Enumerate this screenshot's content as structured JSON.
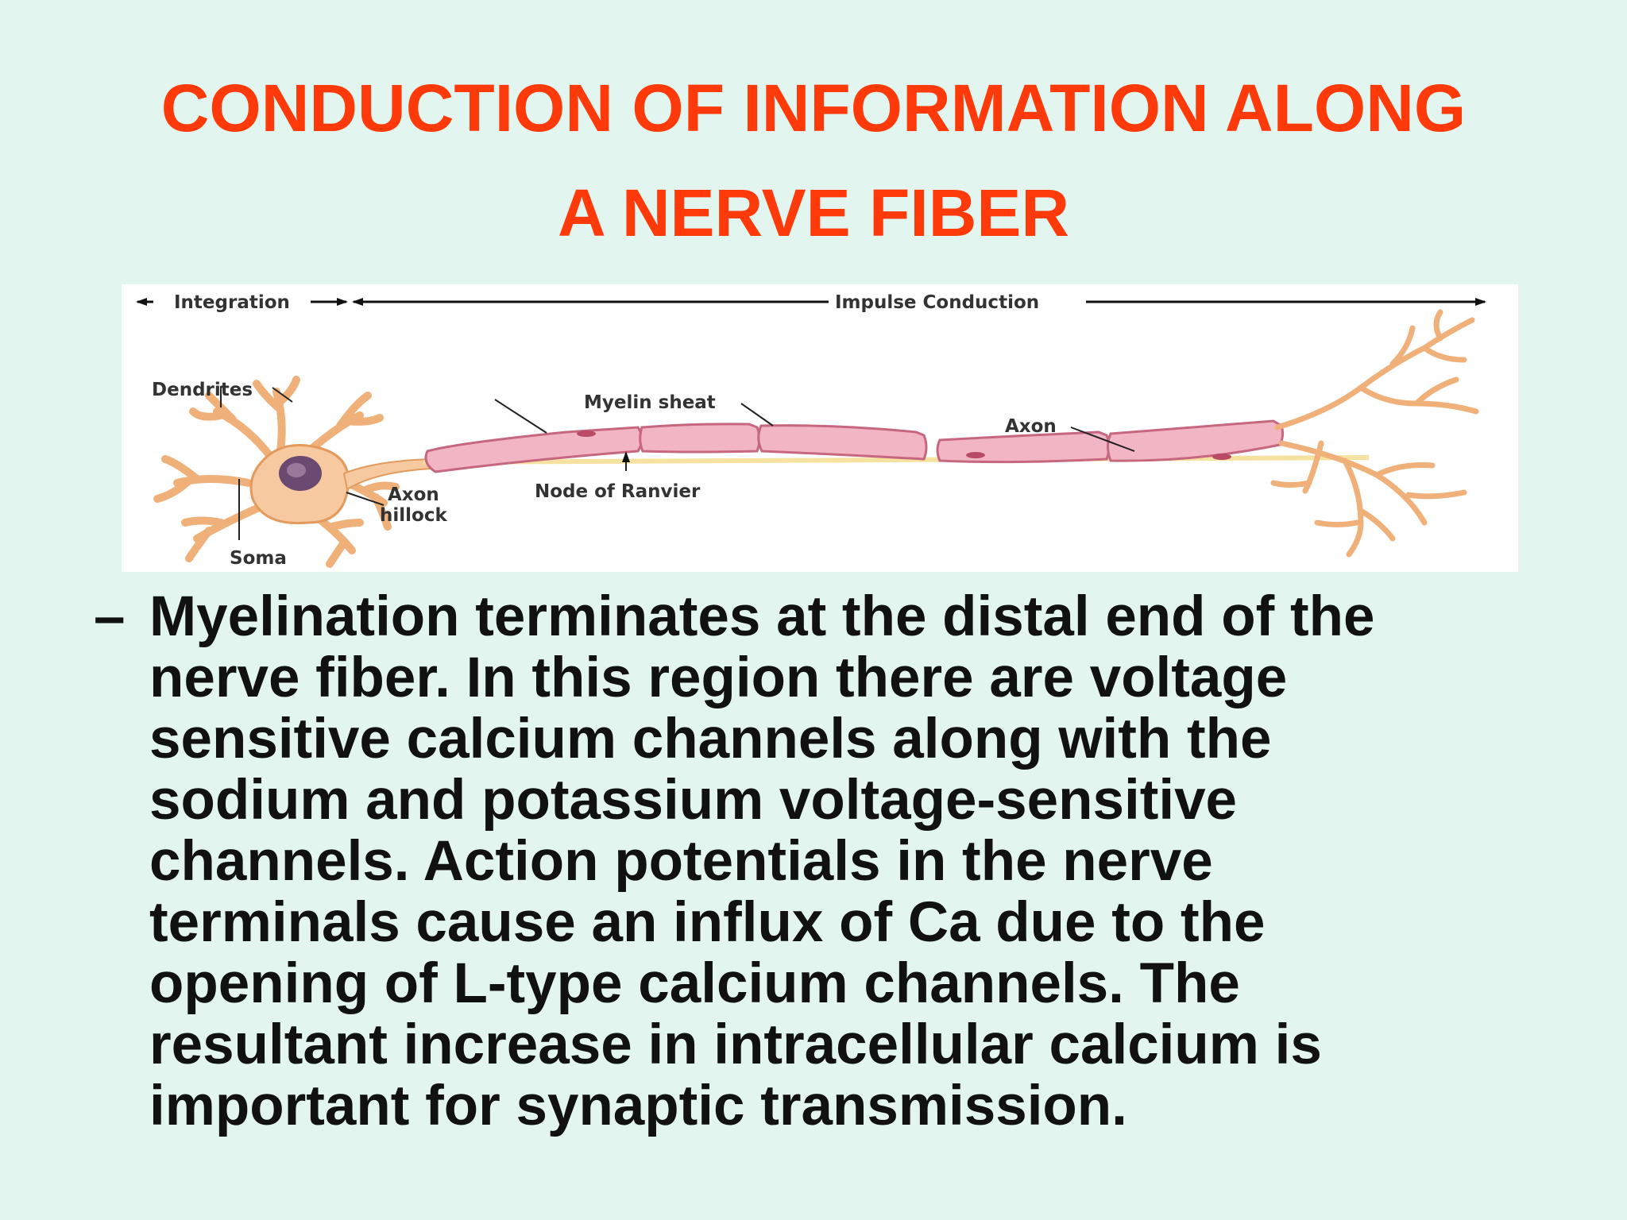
{
  "slide": {
    "title_lines": [
      "CONDUCTION OF INFORMATION ALONG",
      "A NERVE FIBER"
    ],
    "bullet_marker": "–",
    "bullet_lines": [
      "Myelination terminates at the distal end of the",
      "nerve fiber. In this region there are voltage",
      "sensitive calcium channels along with the",
      "sodium and potassium voltage-sensitive",
      "channels. Action potentials in the nerve",
      "terminals cause an influx of Ca due to the",
      "opening of L-type calcium channels. The",
      "resultant increase in intracellular calcium is",
      "important for synaptic transmission."
    ]
  },
  "diagram": {
    "labels": {
      "integration": "Integration",
      "impulse_conduction": "Impulse Conduction",
      "dendrites": "Dendrites",
      "myelin_sheat": "Myelin sheat",
      "axon": "Axon",
      "axon_hillock_line1": "Axon",
      "axon_hillock_line2": "hillock",
      "node_of_ranvier": "Node of Ranvier",
      "soma": "Soma"
    },
    "colors": {
      "neuron_fill": "#f6c9a0",
      "neuron_stroke": "#e39a5c",
      "myelin_fill": "#f2b5c4",
      "myelin_stroke": "#c7667f",
      "axon_core": "#f5e1a0",
      "nucleus": "#6a4a70",
      "title": "#ff3a0a"
    }
  }
}
